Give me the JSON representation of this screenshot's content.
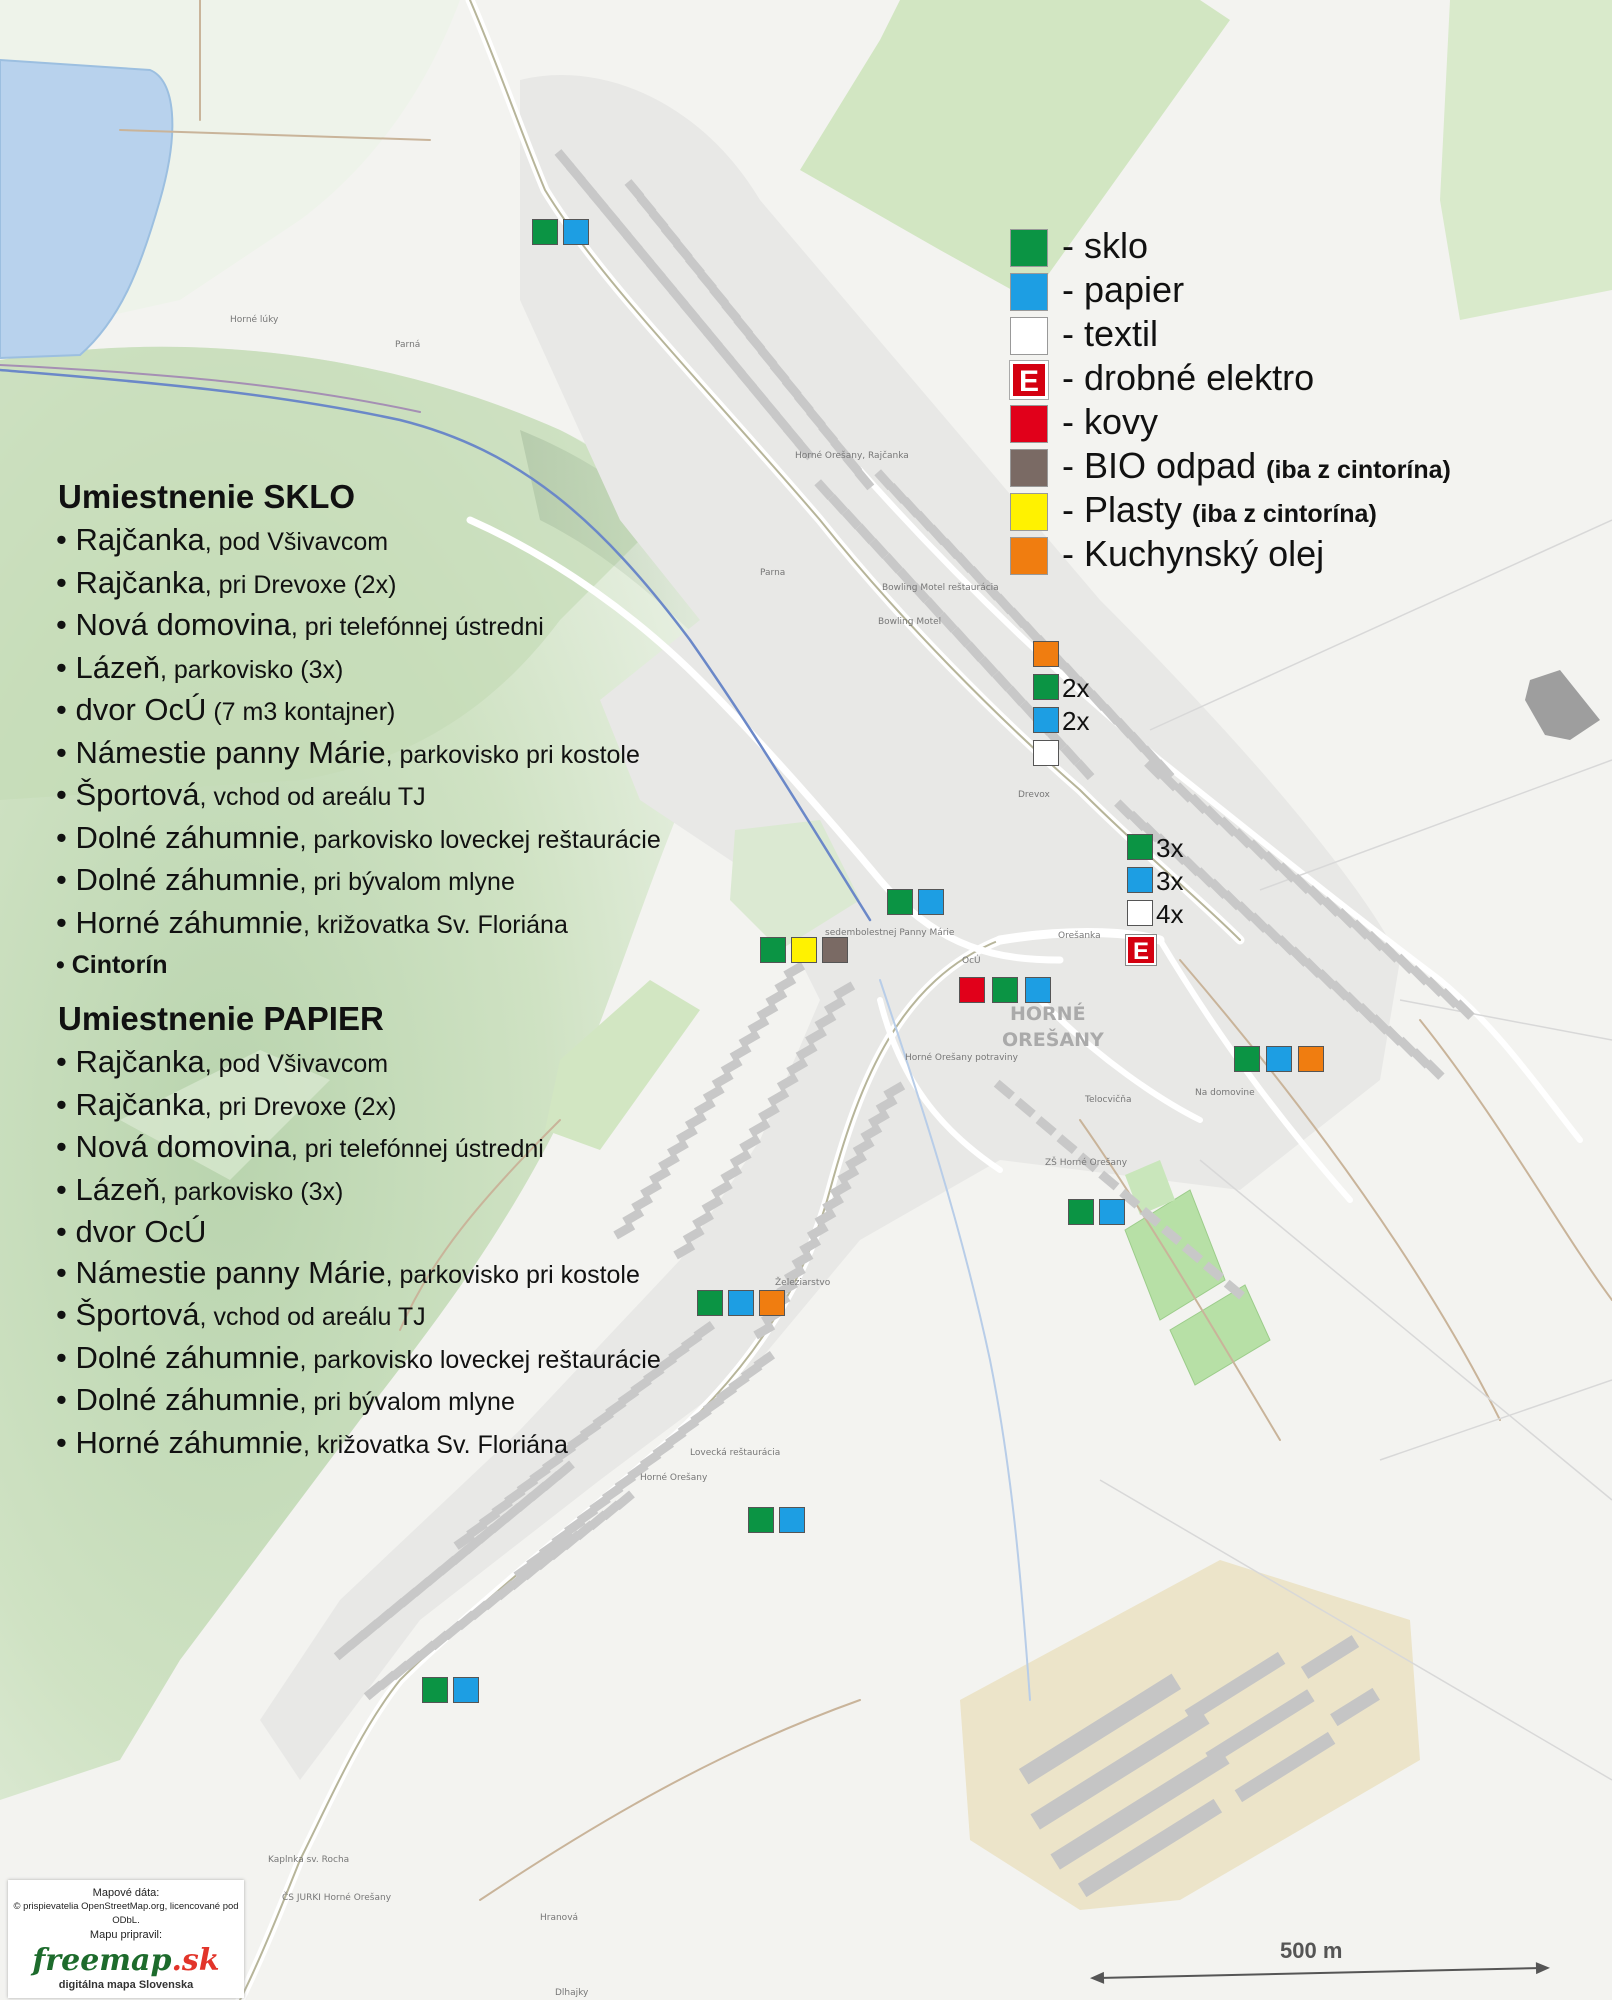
{
  "colors": {
    "sklo": "#0b9444",
    "papier": "#1d9ee3",
    "textil": "#ffffff",
    "elektro": "#d40010",
    "kovy": "#e1001a",
    "bio": "#7a6a64",
    "plasty": "#fff200",
    "olej": "#f07d10"
  },
  "legend": [
    {
      "key": "sklo",
      "icon": "green-square",
      "label": "- sklo",
      "note": ""
    },
    {
      "key": "papier",
      "icon": "blue-square",
      "label": "- papier",
      "note": ""
    },
    {
      "key": "textil",
      "icon": "white-square",
      "label": "- textil",
      "note": ""
    },
    {
      "key": "elektro",
      "icon": "e-badge",
      "label": "- drobné elektro",
      "note": ""
    },
    {
      "key": "kovy",
      "icon": "red-square",
      "label": "- kovy",
      "note": ""
    },
    {
      "key": "bio",
      "icon": "brown-square",
      "label": "- BIO odpad",
      "note": "(iba z cintorína)"
    },
    {
      "key": "plasty",
      "icon": "yellow-square",
      "label": "- Plasty",
      "note": "(iba z cintorína)"
    },
    {
      "key": "olej",
      "icon": "orange-square",
      "label": "- Kuchynský olej",
      "note": ""
    }
  ],
  "elektro_letter": "E",
  "sklo_section": {
    "title": "Umiestnenie SKLO",
    "items": [
      {
        "main": "• Rajčanka",
        "sub": ", pod Všivavcom"
      },
      {
        "main": "• Rajčanka",
        "sub": ", pri Drevoxe (2x)"
      },
      {
        "main": "• Nová domovina",
        "sub": ", pri telefónnej ústredni"
      },
      {
        "main": "• Lázeň",
        "sub": ", parkovisko (3x)"
      },
      {
        "main": "• dvor OcÚ",
        "sub": " (7 m3 kontajner)"
      },
      {
        "main": "• Námestie panny Márie",
        "sub": ", parkovisko pri kostole"
      },
      {
        "main": "• Športová",
        "sub": ", vchod od areálu TJ"
      },
      {
        "main": "• Dolné záhumnie",
        "sub": ", parkovisko loveckej reštaurácie"
      },
      {
        "main": "• Dolné záhumnie",
        "sub": ", pri bývalom mlyne"
      },
      {
        "main": "• Horné záhumnie",
        "sub": ", križovatka Sv. Floriána"
      }
    ],
    "last": "• Cintorín"
  },
  "papier_section": {
    "title": "Umiestnenie PAPIER",
    "items": [
      {
        "main": "• Rajčanka",
        "sub": ", pod Všivavcom"
      },
      {
        "main": "• Rajčanka",
        "sub": ", pri Drevoxe (2x)"
      },
      {
        "main": "• Nová domovina",
        "sub": ", pri telefónnej ústredni"
      },
      {
        "main": "• Lázeň",
        "sub": ", parkovisko (3x)"
      },
      {
        "main": "• dvor OcÚ",
        "sub": ""
      },
      {
        "main": "• Námestie panny Márie",
        "sub": ", parkovisko pri kostole"
      },
      {
        "main": "• Športová",
        "sub": ", vchod od areálu TJ"
      },
      {
        "main": "• Dolné záhumnie",
        "sub": ", parkovisko loveckej reštaurácie"
      },
      {
        "main": "• Dolné záhumnie",
        "sub": ", pri bývalom mlyne"
      },
      {
        "main": "• Horné záhumnie",
        "sub": ", križovatka Sv. Floriána"
      }
    ]
  },
  "counts": {
    "drevox_sklo": "2x",
    "drevox_papier": "2x",
    "lazen_sklo": "3x",
    "lazen_papier": "3x",
    "lazen_textil": "4x"
  },
  "map_labels": {
    "village": "HORNÉ OREŠANY",
    "village_line1": "HORNÉ",
    "village_line2": "OREŠANY",
    "rajcanka": "Horné Orešany, Rajčanka",
    "bowling1": "Bowling Motel reštaurácia",
    "bowling2": "Bowling Motel",
    "drevox": "Drevox",
    "sedembolestnej": "sedembolestnej Panny Márie",
    "ocu": "OcÚ",
    "oresanka": "Orešanka",
    "postavne": "Horné Orešany potraviny",
    "na_domovine": "Na domovine",
    "telocvicna": "Telocvičňa",
    "zs": "ZŠ Horné Orešany",
    "zelezarstvo": "Železiarstvo",
    "lovecka": "Lovecká reštaurácia",
    "horne_oresany": "Horné Orešany",
    "kaplnka": "Kaplnka sv. Rocha",
    "cs_jurk": "ČS JURKI Horné Orešany",
    "hranova": "Hranová",
    "dlhajky": "Dlhajky",
    "horne_luky": "Horné lúky",
    "parna": "Parná",
    "parna2": "Parna"
  },
  "attribution": {
    "line1": "Mapové dáta:",
    "line2": "© prispievatelia OpenStreetMap.org, licencované pod ODbL.",
    "line3": "Mapu pripravil:",
    "brand1": "freemap",
    "brand2": ".sk",
    "tagline": "digitálna mapa Slovenska"
  },
  "scale": {
    "label": "500 m"
  }
}
